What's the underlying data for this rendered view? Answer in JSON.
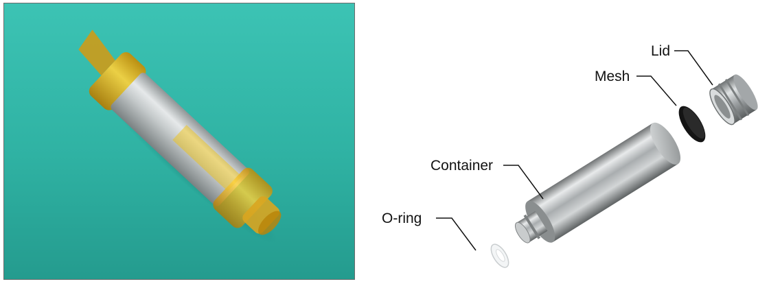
{
  "labels": {
    "lid": "Lid",
    "mesh": "Mesh",
    "container": "Container",
    "oring": "O-ring"
  },
  "colors": {
    "backdrop": "#3fc0b4",
    "kapton_tape": "#e6b400",
    "steel": "#b8bcbf",
    "mesh": "#111111",
    "oring": "#f2f4f5"
  }
}
